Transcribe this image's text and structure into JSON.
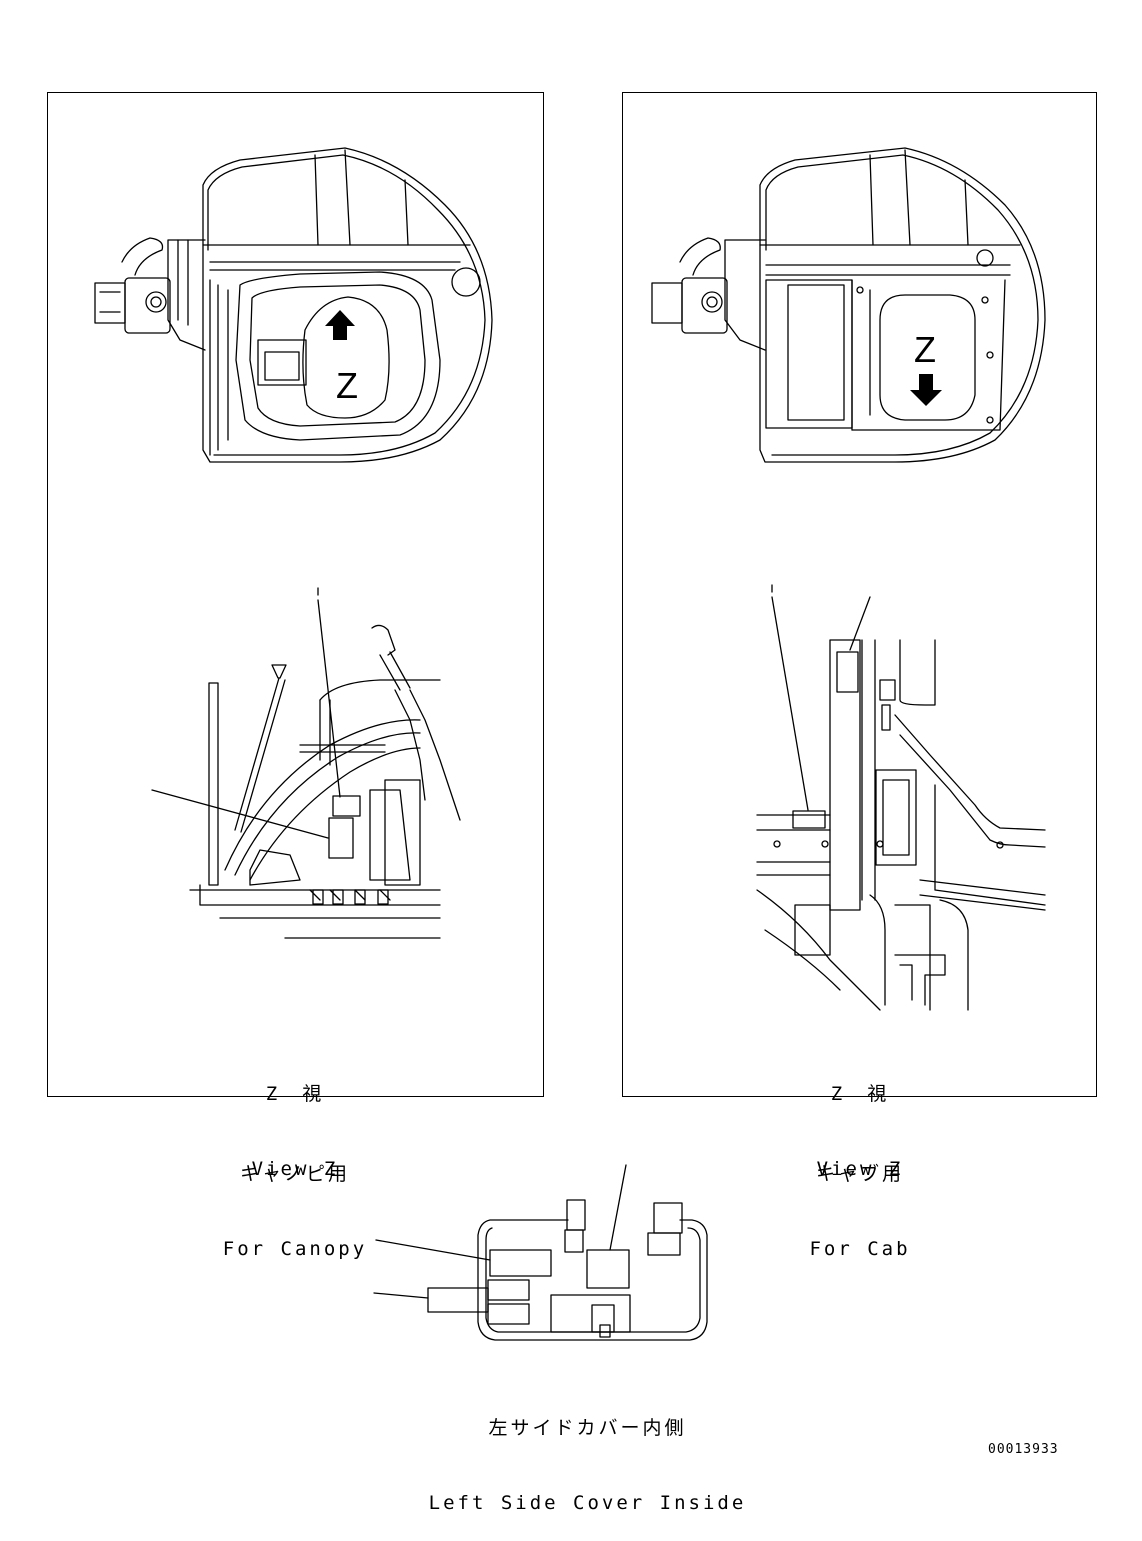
{
  "canopy": {
    "view_jp": "Z　視",
    "view_en": "View Z",
    "marker": "Z",
    "caption_jp": "キャノピ用",
    "caption_en": "For Canopy"
  },
  "cab": {
    "view_jp": "Z　視",
    "view_en": "View Z",
    "marker": "Z",
    "caption_jp": "キャブ用",
    "caption_en": "For Cab"
  },
  "side_cover": {
    "caption_jp": "左サイドカバー内側",
    "caption_en": "Left Side Cover Inside"
  },
  "document_id": "00013933"
}
